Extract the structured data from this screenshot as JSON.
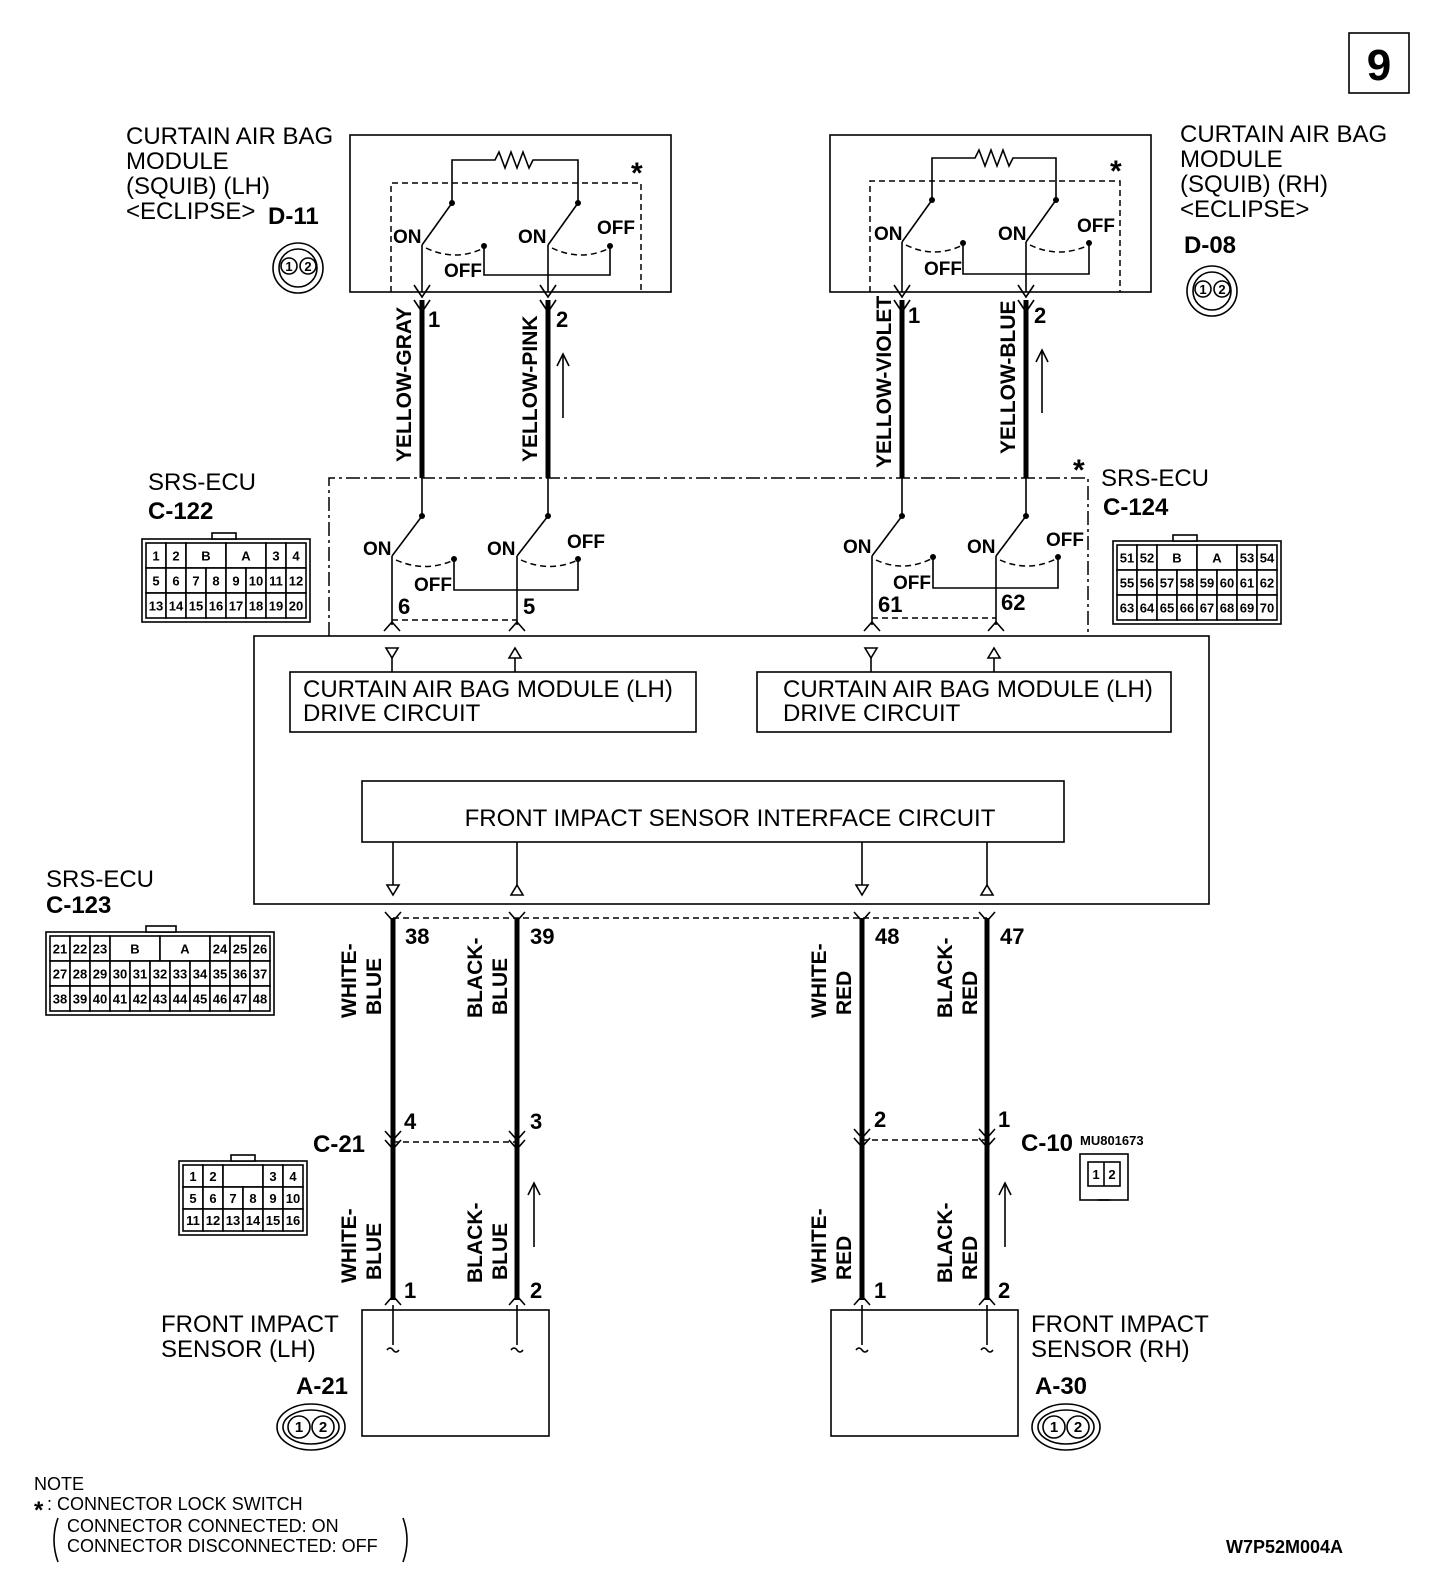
{
  "page_number": "9",
  "modules": {
    "lh_curtain": {
      "lines": [
        "CURTAIN AIR BAG",
        "MODULE",
        "(SQUIB) (LH)",
        "<ECLIPSE>"
      ],
      "connector": "D-11"
    },
    "rh_curtain": {
      "lines": [
        "CURTAIN AIR BAG",
        "MODULE",
        "(SQUIB) (RH)",
        "<ECLIPSE>"
      ],
      "connector": "D-08"
    }
  },
  "connector_pins_12": [
    "1",
    "2"
  ],
  "lock_switch_mark": "*",
  "switch": {
    "on": "ON",
    "off": "OFF"
  },
  "wires": {
    "top": [
      {
        "pin": "1",
        "color": "YELLOW-GRAY"
      },
      {
        "pin": "2",
        "color": "YELLOW-PINK"
      },
      {
        "pin": "1",
        "color": "YELLOW-VIOLET"
      },
      {
        "pin": "2",
        "color": "YELLOW-BLUE"
      }
    ],
    "ecu_top_pins": [
      "6",
      "5",
      "61",
      "62"
    ],
    "ecu_bottom_pins": [
      "38",
      "39",
      "48",
      "47"
    ],
    "lower_colors": [
      [
        "WHITE-",
        "BLUE"
      ],
      [
        "BLACK-",
        "BLUE"
      ],
      [
        "WHITE-",
        "RED"
      ],
      [
        "BLACK-",
        "RED"
      ]
    ],
    "c21_pins": [
      "4",
      "3"
    ],
    "c10_pins": [
      "2",
      "1"
    ],
    "sensor_pins": [
      "1",
      "2",
      "1",
      "2"
    ]
  },
  "srs_ecu": {
    "name": "SRS-ECU",
    "c122": {
      "code": "C-122",
      "rows": [
        [
          "1",
          "2",
          "B",
          "A",
          "3",
          "4"
        ],
        [
          "5",
          "6",
          "7",
          "8",
          "9",
          "10",
          "11",
          "12"
        ],
        [
          "13",
          "14",
          "15",
          "16",
          "17",
          "18",
          "19",
          "20"
        ]
      ]
    },
    "c124": {
      "code": "C-124",
      "rows": [
        [
          "51",
          "52",
          "B",
          "A",
          "53",
          "54"
        ],
        [
          "55",
          "56",
          "57",
          "58",
          "59",
          "60",
          "61",
          "62"
        ],
        [
          "63",
          "64",
          "65",
          "66",
          "67",
          "68",
          "69",
          "70"
        ]
      ]
    },
    "c123": {
      "code": "C-123",
      "rows": [
        [
          "21",
          "22",
          "23",
          "B",
          "A",
          "24",
          "25",
          "26"
        ],
        [
          "27",
          "28",
          "29",
          "30",
          "31",
          "32",
          "33",
          "34",
          "35",
          "36",
          "37"
        ],
        [
          "38",
          "39",
          "40",
          "41",
          "42",
          "43",
          "44",
          "45",
          "46",
          "47",
          "48"
        ]
      ]
    },
    "circuit_lh": [
      "CURTAIN AIR BAG MODULE (LH)",
      "DRIVE CIRCUIT"
    ],
    "circuit_rh": [
      "CURTAIN AIR BAG MODULE (LH)",
      "DRIVE CIRCUIT"
    ],
    "interface": "FRONT IMPACT SENSOR INTERFACE CIRCUIT"
  },
  "c21": {
    "code": "C-21",
    "rows": [
      [
        "1",
        "2",
        "",
        "3",
        "4"
      ],
      [
        "5",
        "6",
        "7",
        "8",
        "9",
        "10"
      ],
      [
        "11",
        "12",
        "13",
        "14",
        "15",
        "16"
      ]
    ]
  },
  "c10": {
    "code": "C-10",
    "part_no": "MU801673",
    "pins": [
      "1",
      "2"
    ]
  },
  "sensors": {
    "lh": {
      "lines": [
        "FRONT IMPACT",
        "SENSOR (LH)"
      ],
      "connector": "A-21"
    },
    "rh": {
      "lines": [
        "FRONT IMPACT",
        "SENSOR (RH)"
      ],
      "connector": "A-30"
    }
  },
  "note": {
    "title": "NOTE",
    "lock_switch": ": CONNECTOR LOCK SWITCH",
    "connected": "CONNECTOR CONNECTED: ON",
    "disconnected": "CONNECTOR DISCONNECTED: OFF"
  },
  "diagram_code": "W7P52M004A"
}
